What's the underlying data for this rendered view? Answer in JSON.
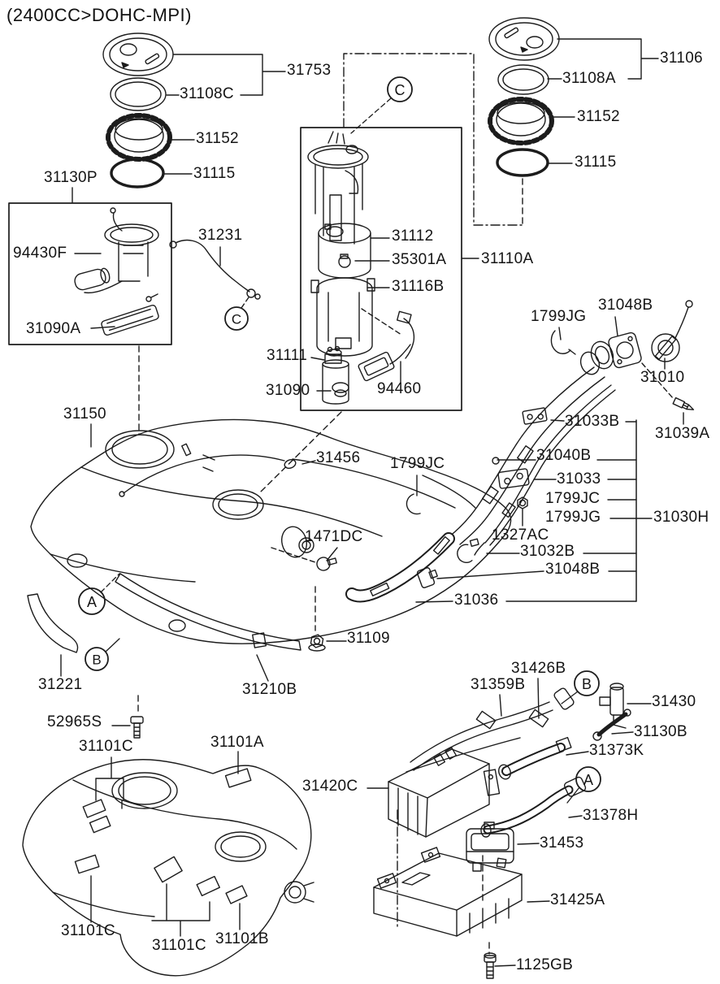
{
  "title": "(2400CC>DOHC-MPI)",
  "colors": {
    "line": "#1c1c1c",
    "background": "#ffffff"
  },
  "callouts": {
    "a": "A",
    "b": "B",
    "c": "C"
  },
  "labels": [
    {
      "ref": "31753"
    },
    {
      "ref": "31108C"
    },
    {
      "ref": "31152"
    },
    {
      "ref": "31115"
    },
    {
      "ref": "31130P"
    },
    {
      "ref": "94430F"
    },
    {
      "ref": "31090A"
    },
    {
      "ref": "31231"
    },
    {
      "ref": "31112"
    },
    {
      "ref": "35301A"
    },
    {
      "ref": "31116B"
    },
    {
      "ref": "31111"
    },
    {
      "ref": "31090"
    },
    {
      "ref": "94460"
    },
    {
      "ref": "31110A"
    },
    {
      "ref": "31106"
    },
    {
      "ref": "31108A"
    },
    {
      "ref": "31152"
    },
    {
      "ref": "31115"
    },
    {
      "ref": "1799JG"
    },
    {
      "ref": "31048B"
    },
    {
      "ref": "31010"
    },
    {
      "ref": "31039A"
    },
    {
      "ref": "31033B"
    },
    {
      "ref": "31040B"
    },
    {
      "ref": "31033"
    },
    {
      "ref": "1799JC"
    },
    {
      "ref": "1799JG"
    },
    {
      "ref": "31030H"
    },
    {
      "ref": "1327AC"
    },
    {
      "ref": "31032B"
    },
    {
      "ref": "31048B"
    },
    {
      "ref": "31036"
    },
    {
      "ref": "31150"
    },
    {
      "ref": "31456"
    },
    {
      "ref": "1799JC"
    },
    {
      "ref": "1471DC"
    },
    {
      "ref": "31109"
    },
    {
      "ref": "31221"
    },
    {
      "ref": "31210B"
    },
    {
      "ref": "52965S"
    },
    {
      "ref": "31101C"
    },
    {
      "ref": "31101A"
    },
    {
      "ref": "31101C"
    },
    {
      "ref": "31101C"
    },
    {
      "ref": "31101B"
    },
    {
      "ref": "31426B"
    },
    {
      "ref": "31359B"
    },
    {
      "ref": "31430"
    },
    {
      "ref": "31130B"
    },
    {
      "ref": "31373K"
    },
    {
      "ref": "31420C"
    },
    {
      "ref": "31378H"
    },
    {
      "ref": "31453"
    },
    {
      "ref": "31425A"
    },
    {
      "ref": "1125GB"
    }
  ]
}
